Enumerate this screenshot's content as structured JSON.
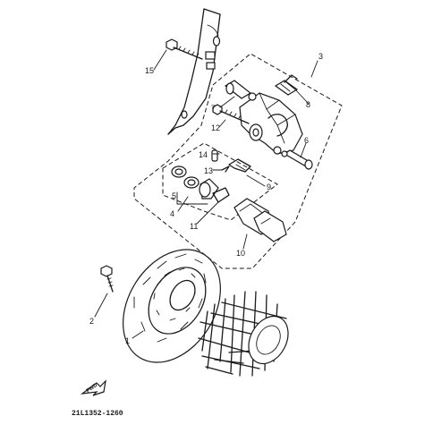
{
  "callouts": [
    "1",
    "2",
    "3",
    "4",
    "5",
    "6",
    "7",
    "8",
    "9",
    "10",
    "11",
    "12",
    "13",
    "14",
    "15"
  ],
  "fwd_label": "FWD",
  "part_code": "21L1352-1260"
}
